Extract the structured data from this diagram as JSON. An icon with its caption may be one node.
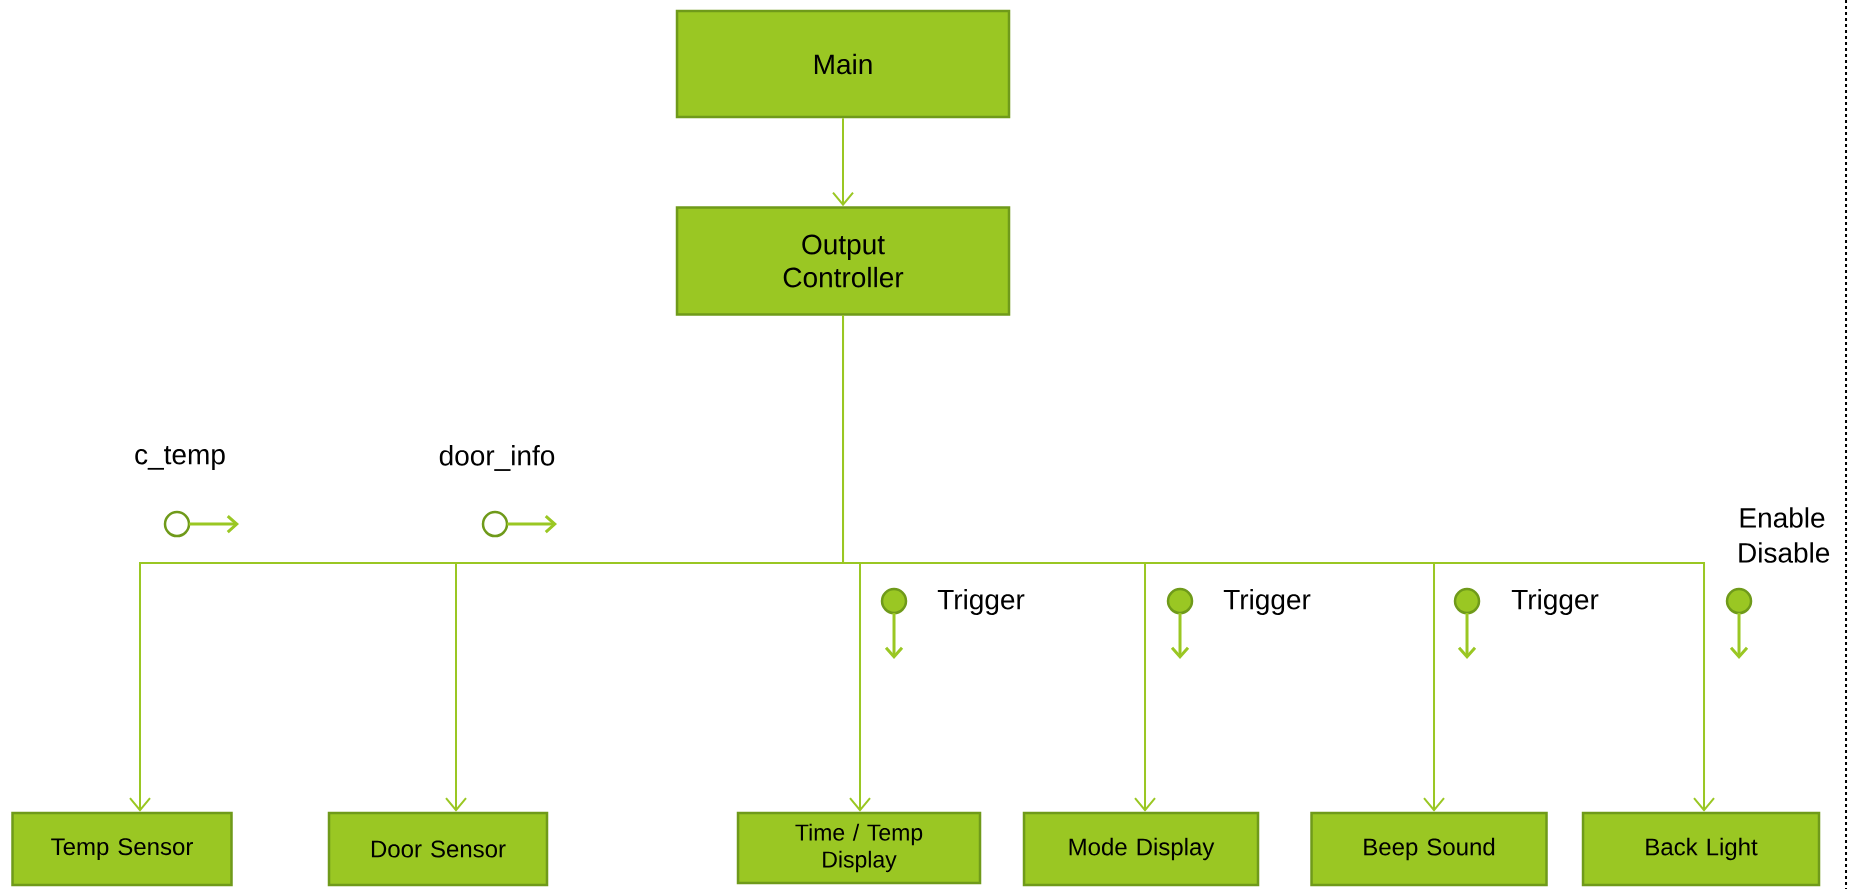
{
  "diagram": {
    "nodes": [
      {
        "text": [
          "Main"
        ]
      },
      {
        "text": [
          "Output Controller"
        ]
      },
      {
        "text": [
          "Temp Sensor"
        ]
      },
      {
        "text": [
          "Door Sensor"
        ]
      },
      {
        "text": [
          "Time / Temp Display"
        ]
      },
      {
        "text": [
          "Mode Display"
        ]
      },
      {
        "text": [
          "Beep Sound"
        ]
      },
      {
        "text": [
          "Back Light"
        ]
      }
    ],
    "edges": [
      {
        "from": 0,
        "to": 1,
        "arrow": "to"
      },
      {
        "from": 1,
        "to": 2,
        "arrow": "to"
      },
      {
        "from": 1,
        "to": 3,
        "arrow": "to"
      },
      {
        "from": 1,
        "to": 4,
        "arrow": "to"
      },
      {
        "from": 1,
        "to": 5,
        "arrow": "to"
      },
      {
        "from": 1,
        "to": 6,
        "arrow": "to"
      },
      {
        "from": 1,
        "to": 7,
        "arrow": "to"
      }
    ],
    "labels": [
      "c_temp",
      "door_info",
      "Trigger",
      "Trigger",
      "Trigger",
      "Enable Disable"
    ]
  }
}
